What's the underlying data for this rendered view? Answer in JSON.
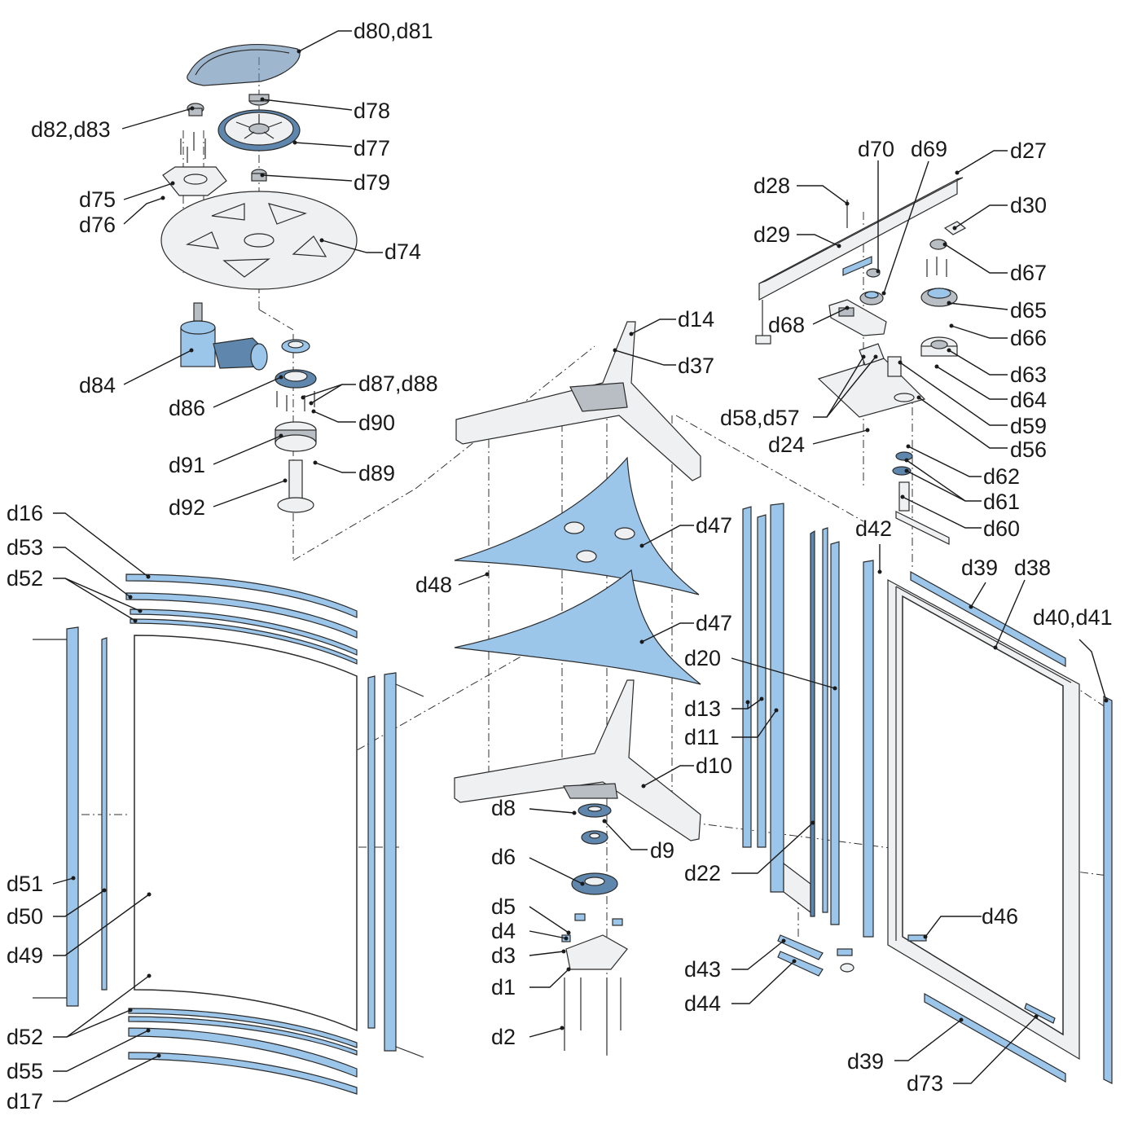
{
  "labels": {
    "d80_d81": "d80,d81",
    "d78": "d78",
    "d82_d83": "d82,d83",
    "d77": "d77",
    "d79": "d79",
    "d75": "d75",
    "d76": "d76",
    "d74": "d74",
    "d84": "d84",
    "d86": "d86",
    "d87_d88": "d87,d88",
    "d90": "d90",
    "d91": "d91",
    "d89": "d89",
    "d92": "d92",
    "d70": "d70",
    "d69": "d69",
    "d27": "d27",
    "d28": "d28",
    "d30": "d30",
    "d29": "d29",
    "d67": "d67",
    "d65": "d65",
    "d68": "d68",
    "d66": "d66",
    "d63": "d63",
    "d64": "d64",
    "d58_d57": "d58,d57",
    "d59": "d59",
    "d24": "d24",
    "d56": "d56",
    "d62": "d62",
    "d61": "d61",
    "d60": "d60",
    "d14": "d14",
    "d37": "d37",
    "d47a": "d47",
    "d47b": "d47",
    "d48": "d48",
    "d42": "d42",
    "d39a": "d39",
    "d38": "d38",
    "d40_d41": "d40,d41",
    "d20": "d20",
    "d13": "d13",
    "d11": "d11",
    "d10": "d10",
    "d8": "d8",
    "d9": "d9",
    "d6": "d6",
    "d22": "d22",
    "d46": "d46",
    "d5": "d5",
    "d4": "d4",
    "d3": "d3",
    "d1": "d1",
    "d2": "d2",
    "d43": "d43",
    "d44": "d44",
    "d39b": "d39",
    "d73": "d73",
    "d16": "d16",
    "d53": "d53",
    "d52a": "d52",
    "d51": "d51",
    "d50": "d50",
    "d49": "d49",
    "d52b": "d52",
    "d55": "d55",
    "d17": "d17"
  },
  "colors": {
    "part_blue": "#9cc5ea",
    "part_dark_blue": "#5f87ad",
    "metal": "#eef0f2",
    "ink": "#1a1a1a"
  }
}
